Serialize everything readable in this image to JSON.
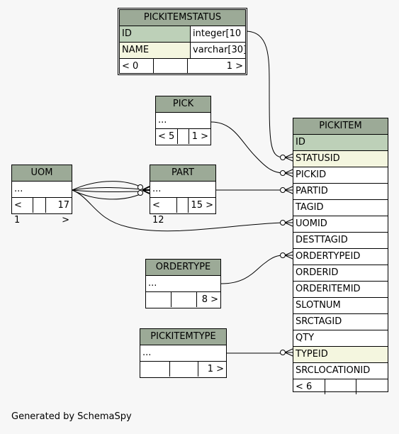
{
  "tables": {
    "pickitemstatus": {
      "name": "PICKITEMSTATUS",
      "columns": [
        {
          "name": "ID",
          "type": "integer[10"
        },
        {
          "name": "NAME",
          "type": "varchar[30]"
        }
      ],
      "footer": [
        "< 0",
        "",
        "1 >"
      ]
    },
    "pick": {
      "name": "PICK",
      "rows": [
        "..."
      ],
      "footer": [
        "< 5",
        "",
        "1 >"
      ]
    },
    "uom": {
      "name": "UOM",
      "rows": [
        "..."
      ],
      "footer": [
        "< 1",
        "",
        "17 >"
      ]
    },
    "part": {
      "name": "PART",
      "rows": [
        "..."
      ],
      "footer": [
        "< 12",
        "",
        "15 >"
      ]
    },
    "ordertype": {
      "name": "ORDERTYPE",
      "rows": [
        "..."
      ],
      "footer": [
        "",
        "",
        "8 >"
      ]
    },
    "pickitemtype": {
      "name": "PICKITEMTYPE",
      "rows": [
        "..."
      ],
      "footer": [
        "",
        "",
        "1 >"
      ]
    },
    "pickitem": {
      "name": "PICKITEM",
      "columns": [
        "ID",
        "STATUSID",
        "PICKID",
        "PARTID",
        "TAGID",
        "UOMID",
        "DESTTAGID",
        "ORDERTYPEID",
        "ORDERID",
        "ORDERITEMID",
        "SLOTNUM",
        "SRCTAGID",
        "QTY",
        "TYPEID",
        "SRCLOCATIONID"
      ],
      "footer": [
        "< 6",
        "",
        ""
      ]
    }
  },
  "colors": {
    "header": "#9caa97",
    "primary_key": "#bdd0b8",
    "foreign_key": "#f4f6df",
    "background": "#f7f7f7"
  },
  "generated_by": "Generated by SchemaSpy"
}
